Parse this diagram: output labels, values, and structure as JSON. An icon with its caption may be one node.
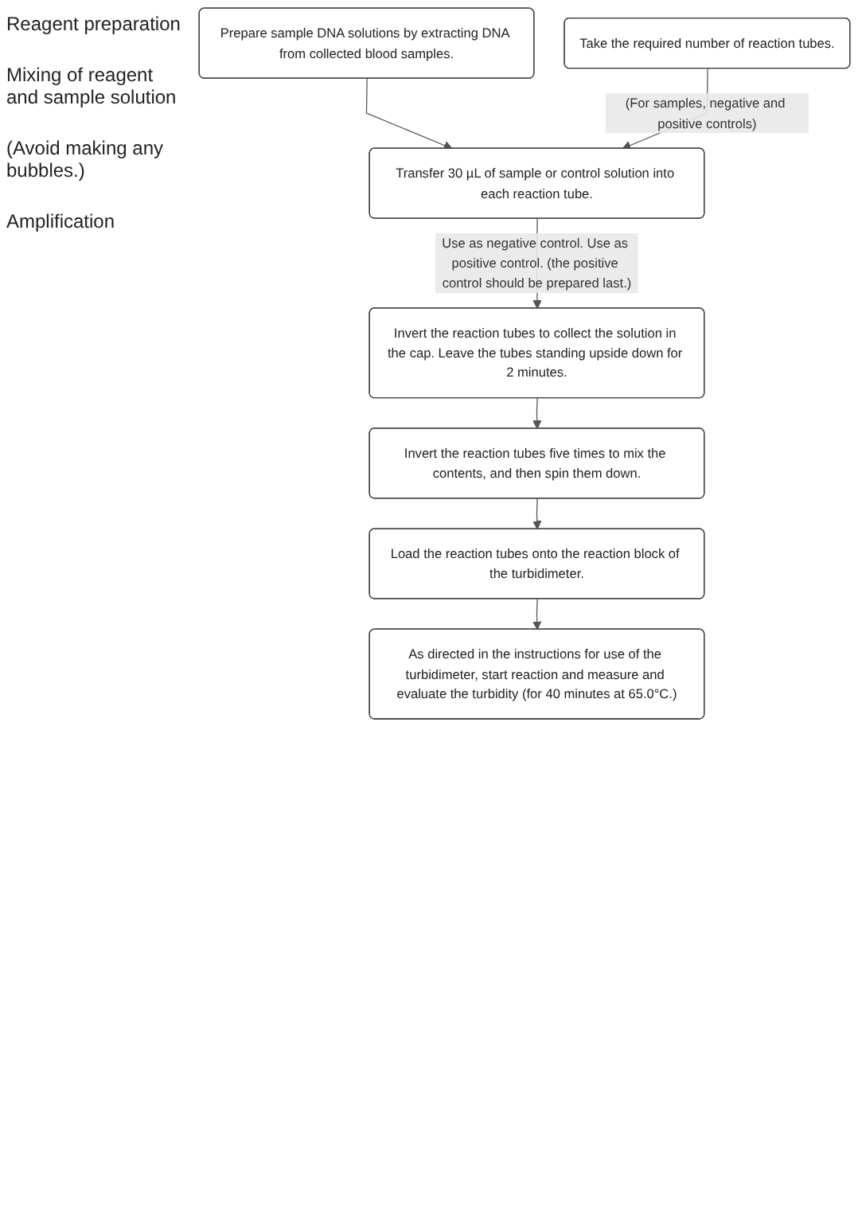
{
  "diagram": {
    "nodes": [
      {
        "text": [
          "Prepare sample DNA solutions by extracting DNA from collected blood samples."
        ]
      },
      {
        "text": [
          "Take the required number of reaction tubes."
        ]
      },
      {
        "text": [
          "Transfer 30 µL of sample or control solution into each reaction tube."
        ]
      },
      {
        "text": [
          "Invert the reaction tubes to collect the solution in the cap. Leave the tubes standing upside down for 2 minutes."
        ]
      },
      {
        "text": [
          "Invert the reaction tubes five times to mix the contents, and then spin them down."
        ]
      },
      {
        "text": [
          "Load the reaction tubes onto the reaction block of the turbidimeter."
        ]
      },
      {
        "text": [
          "As directed in the instructions for use of the turbidimeter, start reaction and measure and evaluate the turbidity (for 40 minutes at 65.0°C.)"
        ]
      }
    ],
    "edges": [
      {
        "from": 0,
        "to": 2,
        "arrow": "to"
      },
      {
        "from": 1,
        "to": 2,
        "arrow": "to",
        "label": "(For samples, negative and positive controls)"
      },
      {
        "from": 2,
        "to": 3,
        "arrow": "to",
        "label": "Use as negative control. Use as positive control. (the positive control should be prepared last.)"
      },
      {
        "from": 3,
        "to": 4,
        "arrow": "to"
      },
      {
        "from": 4,
        "to": 5,
        "arrow": "to"
      },
      {
        "from": 5,
        "to": 6,
        "arrow": "to"
      }
    ],
    "labels": [
      "Reagent preparation",
      "Mixing of reagent and sample solution",
      "(Avoid making any bubbles.)",
      "Amplification"
    ]
  }
}
